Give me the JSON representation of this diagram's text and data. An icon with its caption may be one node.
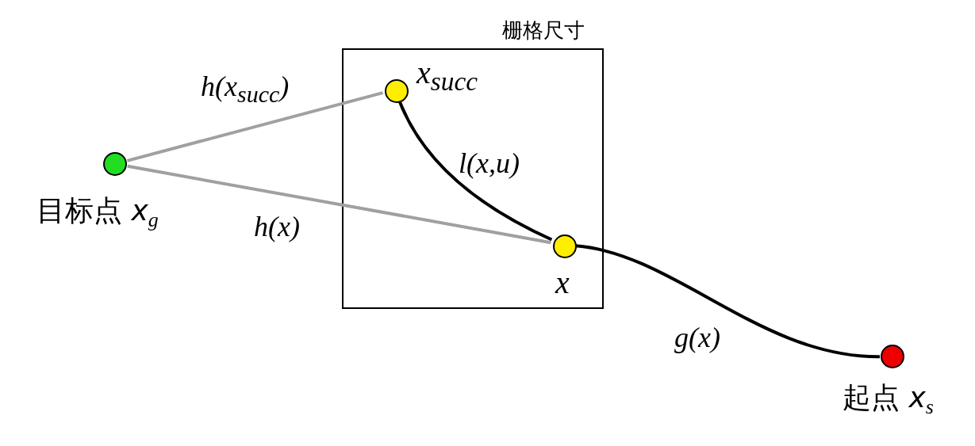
{
  "diagram": {
    "nodes": [
      {
        "text": [
          "栅格尺寸"
        ]
      },
      {
        "text": [],
        "shape": "circle",
        "in": 0,
        "beside": [
          "x$_{succ}$"
        ]
      },
      {
        "text": [],
        "shape": "circle",
        "in": 0,
        "beside": [
          "x"
        ]
      },
      {
        "text": [],
        "shape": "circle",
        "beside": [
          "目标点 *x*$_{g}$"
        ]
      },
      {
        "text": [],
        "shape": "circle",
        "beside": [
          "起点 *x*$_{s}$"
        ]
      }
    ],
    "edges": [
      {
        "from": 3,
        "to": 1,
        "arrow": "none",
        "label": "h(x$_{succ}$)",
        "color": "#a0a0a0"
      },
      {
        "from": 3,
        "to": 2,
        "arrow": "none",
        "label": "h(x)",
        "color": "#a0a0a0"
      },
      {
        "from": 1,
        "to": 2,
        "arrow": "none",
        "label": "l(x,u)",
        "color": "#000000"
      },
      {
        "from": 2,
        "to": 4,
        "arrow": "none",
        "label": "g(x)",
        "color": "#000000"
      }
    ]
  }
}
